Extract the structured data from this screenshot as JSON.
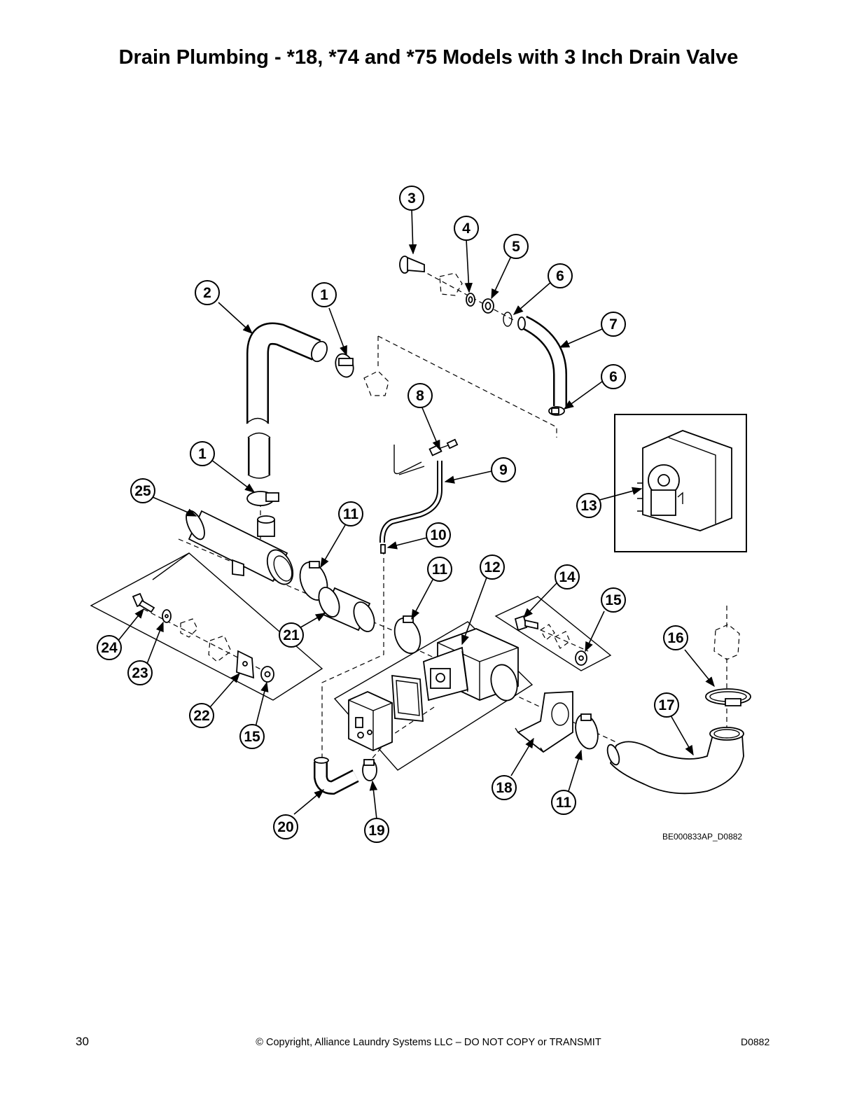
{
  "page": {
    "title": "Drain Plumbing - *18, *74 and *75 Models with 3 Inch Drain Valve",
    "drawing_ref": "BE000833AP_D0882",
    "footer": {
      "page_number": "30",
      "copyright": "© Copyright, Alliance Laundry Systems LLC – DO NOT COPY or TRANSMIT",
      "code": "D0882"
    }
  },
  "callouts": [
    {
      "id": "c3",
      "label": "3"
    },
    {
      "id": "c4",
      "label": "4"
    },
    {
      "id": "c5",
      "label": "5"
    },
    {
      "id": "c6a",
      "label": "6"
    },
    {
      "id": "c7",
      "label": "7"
    },
    {
      "id": "c6b",
      "label": "6"
    },
    {
      "id": "c2",
      "label": "2"
    },
    {
      "id": "c1a",
      "label": "1"
    },
    {
      "id": "c8",
      "label": "8"
    },
    {
      "id": "c9",
      "label": "9"
    },
    {
      "id": "c1b",
      "label": "1"
    },
    {
      "id": "c25",
      "label": "25"
    },
    {
      "id": "c11a",
      "label": "11"
    },
    {
      "id": "c10",
      "label": "10"
    },
    {
      "id": "c13",
      "label": "13"
    },
    {
      "id": "c11b",
      "label": "11"
    },
    {
      "id": "c12",
      "label": "12"
    },
    {
      "id": "c14",
      "label": "14"
    },
    {
      "id": "c15a",
      "label": "15"
    },
    {
      "id": "c21",
      "label": "21"
    },
    {
      "id": "c24",
      "label": "24"
    },
    {
      "id": "c23",
      "label": "23"
    },
    {
      "id": "c16",
      "label": "16"
    },
    {
      "id": "c22",
      "label": "22"
    },
    {
      "id": "c15b",
      "label": "15"
    },
    {
      "id": "c17",
      "label": "17"
    },
    {
      "id": "c18",
      "label": "18"
    },
    {
      "id": "c11c",
      "label": "11"
    },
    {
      "id": "c20",
      "label": "20"
    },
    {
      "id": "c19",
      "label": "19"
    }
  ]
}
